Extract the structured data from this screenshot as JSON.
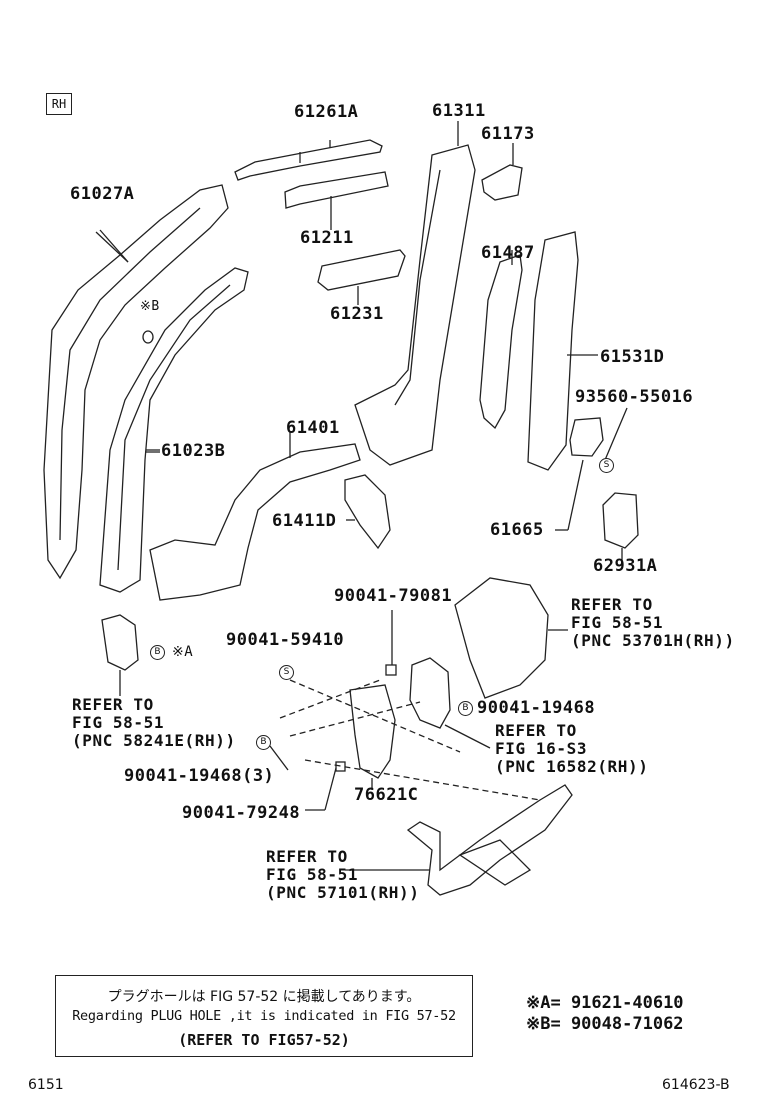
{
  "header": {
    "rh_tag": "RH"
  },
  "parts": {
    "p61261A": "61261A",
    "p61311": "61311",
    "p61173": "61173",
    "p61027A": "61027A",
    "p61211": "61211",
    "p61487": "61487",
    "p61231": "61231",
    "p61531D": "61531D",
    "p93560": "93560-55016",
    "p61023B": "61023B",
    "p61401": "61401",
    "p61411D": "61411D",
    "p61665": "61665",
    "p62931A": "62931A",
    "p90041_79081": "90041-79081",
    "p90041_59410": "90041-59410",
    "p90041_19468": "90041-19468",
    "p90041_19468_3": "90041-19468(3)",
    "p90041_79248": "90041-79248",
    "p76621C": "76621C",
    "mark_b": "※B",
    "mark_a": "※A"
  },
  "refs": {
    "r1": "REFER TO\nFIG 58-51\n(PNC 53701H(RH))",
    "r2": "REFER TO\nFIG 58-51\n(PNC 58241E(RH))",
    "r3": "REFER TO\nFIG 16-S3\n(PNC 16582(RH))",
    "r4": "REFER TO\nFIG 58-51\n(PNC 57101(RH))"
  },
  "note": {
    "line1": "プラグホールは FIG 57-52 に掲載してあります。",
    "line2": "Regarding PLUG HOLE ,it is indicated in FIG 57-52",
    "line3": "(REFER TO FIG57-52)"
  },
  "legend": {
    "a": "※A= 91621-40610",
    "b": "※B= 90048-71062"
  },
  "footer": {
    "left": "6151",
    "right": "614623-B"
  },
  "symbols": {
    "s": "S",
    "b": "B"
  }
}
